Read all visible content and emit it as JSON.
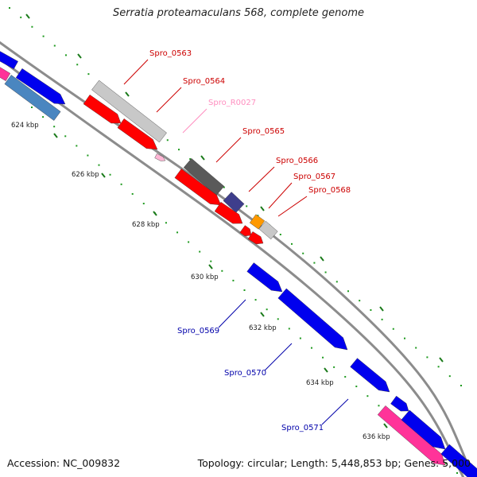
{
  "title": "Serratia proteamaculans 568, complete genome",
  "footer": {
    "accession": "Accession: NC_009832",
    "summary": "Topology: circular; Length: 5,448,853 bp; Genes: 5,000"
  },
  "colors": {
    "backbone": "#8c8c8c",
    "tick": "#1a7a1a",
    "gc_dot": "#1f9a1f",
    "forward_label": "#cc0000",
    "reverse_label": "#0000aa",
    "rna_label": "#ff8fc0",
    "red": "#ff0000",
    "blue": "#0000ee",
    "steel_blue": "#4a86c0",
    "light_gray": "#c8c8c8",
    "dark_gray": "#5a5a5a",
    "purple": "#3e3e8c",
    "orange": "#ff9900",
    "pink": "#ff3399",
    "pale_pink": "#ffb6d5"
  },
  "scale_labels": [
    "624 kbp",
    "626 kbp",
    "628 kbp",
    "630 kbp",
    "632 kbp",
    "634 kbp",
    "636 kbp"
  ],
  "gene_labels": [
    {
      "name": "Spro_0563",
      "strand": "forward",
      "kind": "cds"
    },
    {
      "name": "Spro_0564",
      "strand": "forward",
      "kind": "cds"
    },
    {
      "name": "Spro_R0027",
      "strand": "forward",
      "kind": "rna"
    },
    {
      "name": "Spro_0565",
      "strand": "forward",
      "kind": "cds"
    },
    {
      "name": "Spro_0566",
      "strand": "forward",
      "kind": "cds"
    },
    {
      "name": "Spro_0567",
      "strand": "forward",
      "kind": "cds"
    },
    {
      "name": "Spro_0568",
      "strand": "forward",
      "kind": "cds"
    },
    {
      "name": "Spro_0569",
      "strand": "reverse",
      "kind": "cds"
    },
    {
      "name": "Spro_0570",
      "strand": "reverse",
      "kind": "cds"
    },
    {
      "name": "Spro_0571",
      "strand": "reverse",
      "kind": "cds"
    }
  ]
}
